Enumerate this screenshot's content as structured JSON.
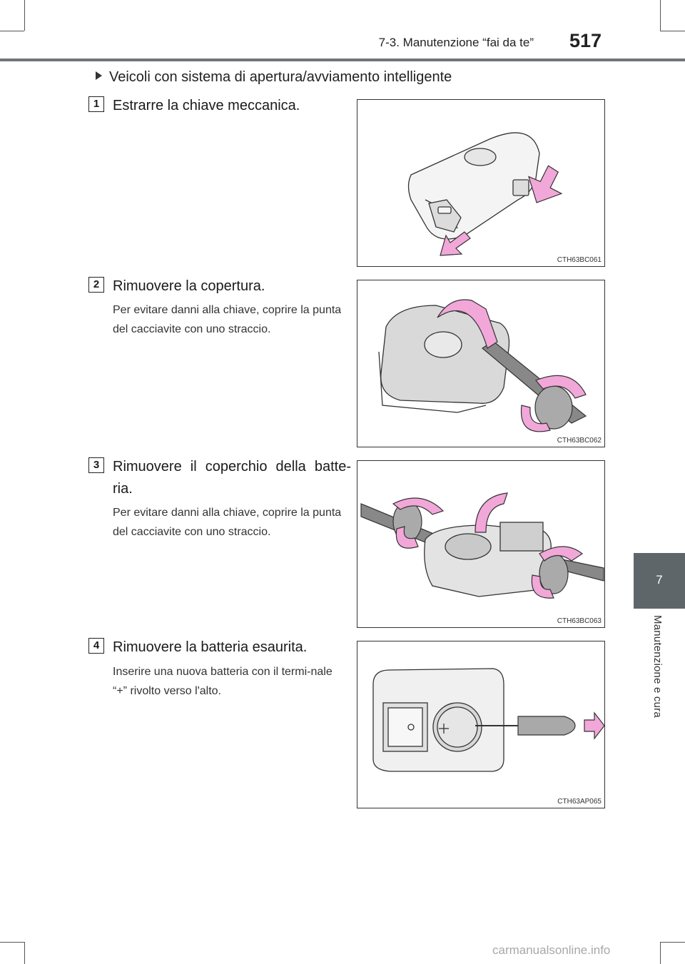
{
  "header": {
    "section": "7-3. Manutenzione “fai da te”",
    "page_number": "517"
  },
  "side_tab": {
    "chapter": "7",
    "label": "Manutenzione e cura"
  },
  "intro": "Veicoli con sistema di apertura/avviamento intelligente",
  "steps": [
    {
      "number": "1",
      "title": "Estrarre la chiave meccanica.",
      "note": "",
      "figure_code": "CTH63BC061"
    },
    {
      "number": "2",
      "title": "Rimuovere la copertura.",
      "note": "Per evitare danni alla chiave, coprire la punta del cacciavite con uno straccio.",
      "figure_code": "CTH63BC062"
    },
    {
      "number": "3",
      "title": "Rimuovere il coperchio della batte-ria.",
      "note": "Per evitare danni alla chiave, coprire la punta del cacciavite con uno straccio.",
      "figure_code": "CTH63BC063"
    },
    {
      "number": "4",
      "title": "Rimuovere la batteria esaurita.",
      "note": "Inserire una nuova batteria con il termi-nale “+” rivolto verso l'alto.",
      "figure_code": "CTH63AP065"
    }
  ],
  "watermark": "carmanualsonline.info",
  "colors": {
    "arrow": "#f2a7d9",
    "tab": "#5f6669",
    "rule": "#6d767a"
  }
}
